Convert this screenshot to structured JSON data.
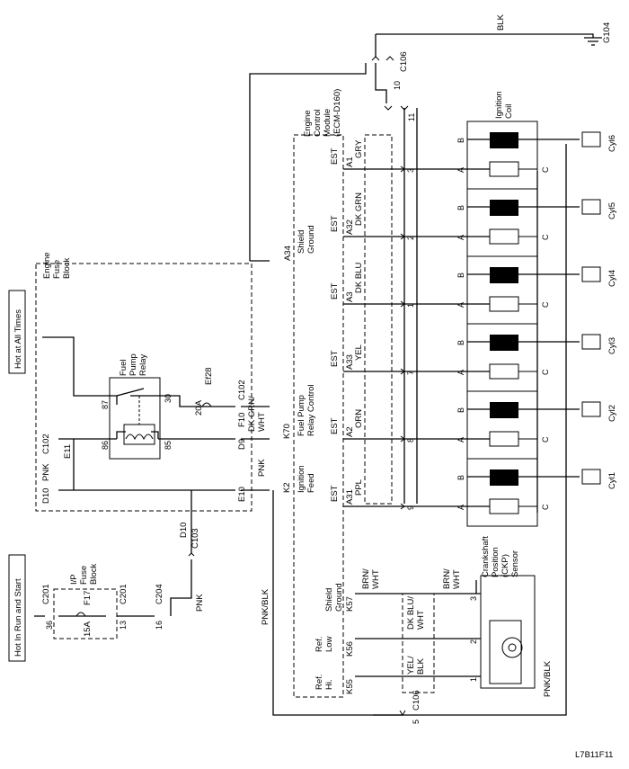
{
  "labels": {
    "blk": "BLK",
    "g104": "G104",
    "c106_top": "C106",
    "pin10": "10",
    "pin11": "11",
    "hot_all": "Hot at All Times",
    "hot_run": "Hot In Run and Start",
    "efb1": "Engine",
    "efb2": "Fuse",
    "efb3": "Block",
    "ecm1": "Engine",
    "ecm2": "Control",
    "ecm3": "Module",
    "ecm4": "(ECM-D160)",
    "shield1": "Shield",
    "shield2": "Ground",
    "a34": "A34",
    "relay1": "Fuel",
    "relay2": "Pump",
    "relay3": "Relay",
    "p87": "87",
    "p30": "30",
    "p86": "86",
    "p85": "85",
    "ef28": "Ef28",
    "amp20": "20A",
    "c102a": "C102",
    "c102b": "C102",
    "f10": "F10",
    "d9": "D9",
    "dkgrn1": "DK GRN/",
    "dkgrn2": "WHT",
    "k70": "K70",
    "fprc1": "Fuel Pump",
    "fprc2": "Relay Control",
    "k2": "K2",
    "ign1": "Ignition",
    "ign2": "Feed",
    "pnk1": "PNK",
    "pnk2": "PNK",
    "pnk3": "PNK",
    "e11": "E11",
    "d10a": "D10",
    "e10": "E10",
    "d10b": "D10",
    "c103": "C103",
    "c201a": "C201",
    "c201b": "C201",
    "c204": "C204",
    "n36": "36",
    "n13": "13",
    "n16": "16",
    "ip1": "I/P",
    "ip2": "Fuse",
    "ip3": "Block",
    "f17": "F17",
    "amp15": "15A",
    "pnkblk1": "PNK/BLK",
    "pnkblk2": "PNK/BLK",
    "coil1": "Ignition",
    "coil2": "Coil",
    "est": "EST",
    "k57": "K57",
    "sg1": "Shield",
    "sg2": "Ground",
    "bw1": "BRN/",
    "bw2": "WHT",
    "bw3": "BRN/",
    "bw4": "WHT",
    "k56": "K56",
    "rl1": "Ref.",
    "rl2": "Low",
    "dkblu1": "DK BLU/",
    "dkblu2": "WHT",
    "k55": "K55",
    "rh1": "Ref.",
    "rh2": "Hi.",
    "yb1": "YEL/",
    "yb2": "BLK",
    "ckp1": "Crankshaft",
    "ckp2": "Position",
    "ckp3": "(CKP)",
    "ckp4": "Sensor",
    "s3": "3",
    "s2": "2",
    "s1": "1",
    "c106_bot": "C106",
    "pin5": "5",
    "code": "L7B11F11",
    "pinA": "A",
    "pinB": "B",
    "pinC": "C"
  },
  "channels": [
    {
      "cyl": "Cyl6",
      "ecm_pin": "A1",
      "wire": "GRY",
      "c106_pin": "3"
    },
    {
      "cyl": "Cyl5",
      "ecm_pin": "A32",
      "wire": "DK GRN",
      "c106_pin": "2"
    },
    {
      "cyl": "Cyl4",
      "ecm_pin": "A3",
      "wire": "DK BLU",
      "c106_pin": "1"
    },
    {
      "cyl": "Cyl3",
      "ecm_pin": "A33",
      "wire": "YEL",
      "c106_pin": "7"
    },
    {
      "cyl": "Cyl2",
      "ecm_pin": "A2",
      "wire": "ORN",
      "c106_pin": "8"
    },
    {
      "cyl": "Cyl1",
      "ecm_pin": "A31",
      "wire": "PPL",
      "c106_pin": "9"
    }
  ]
}
